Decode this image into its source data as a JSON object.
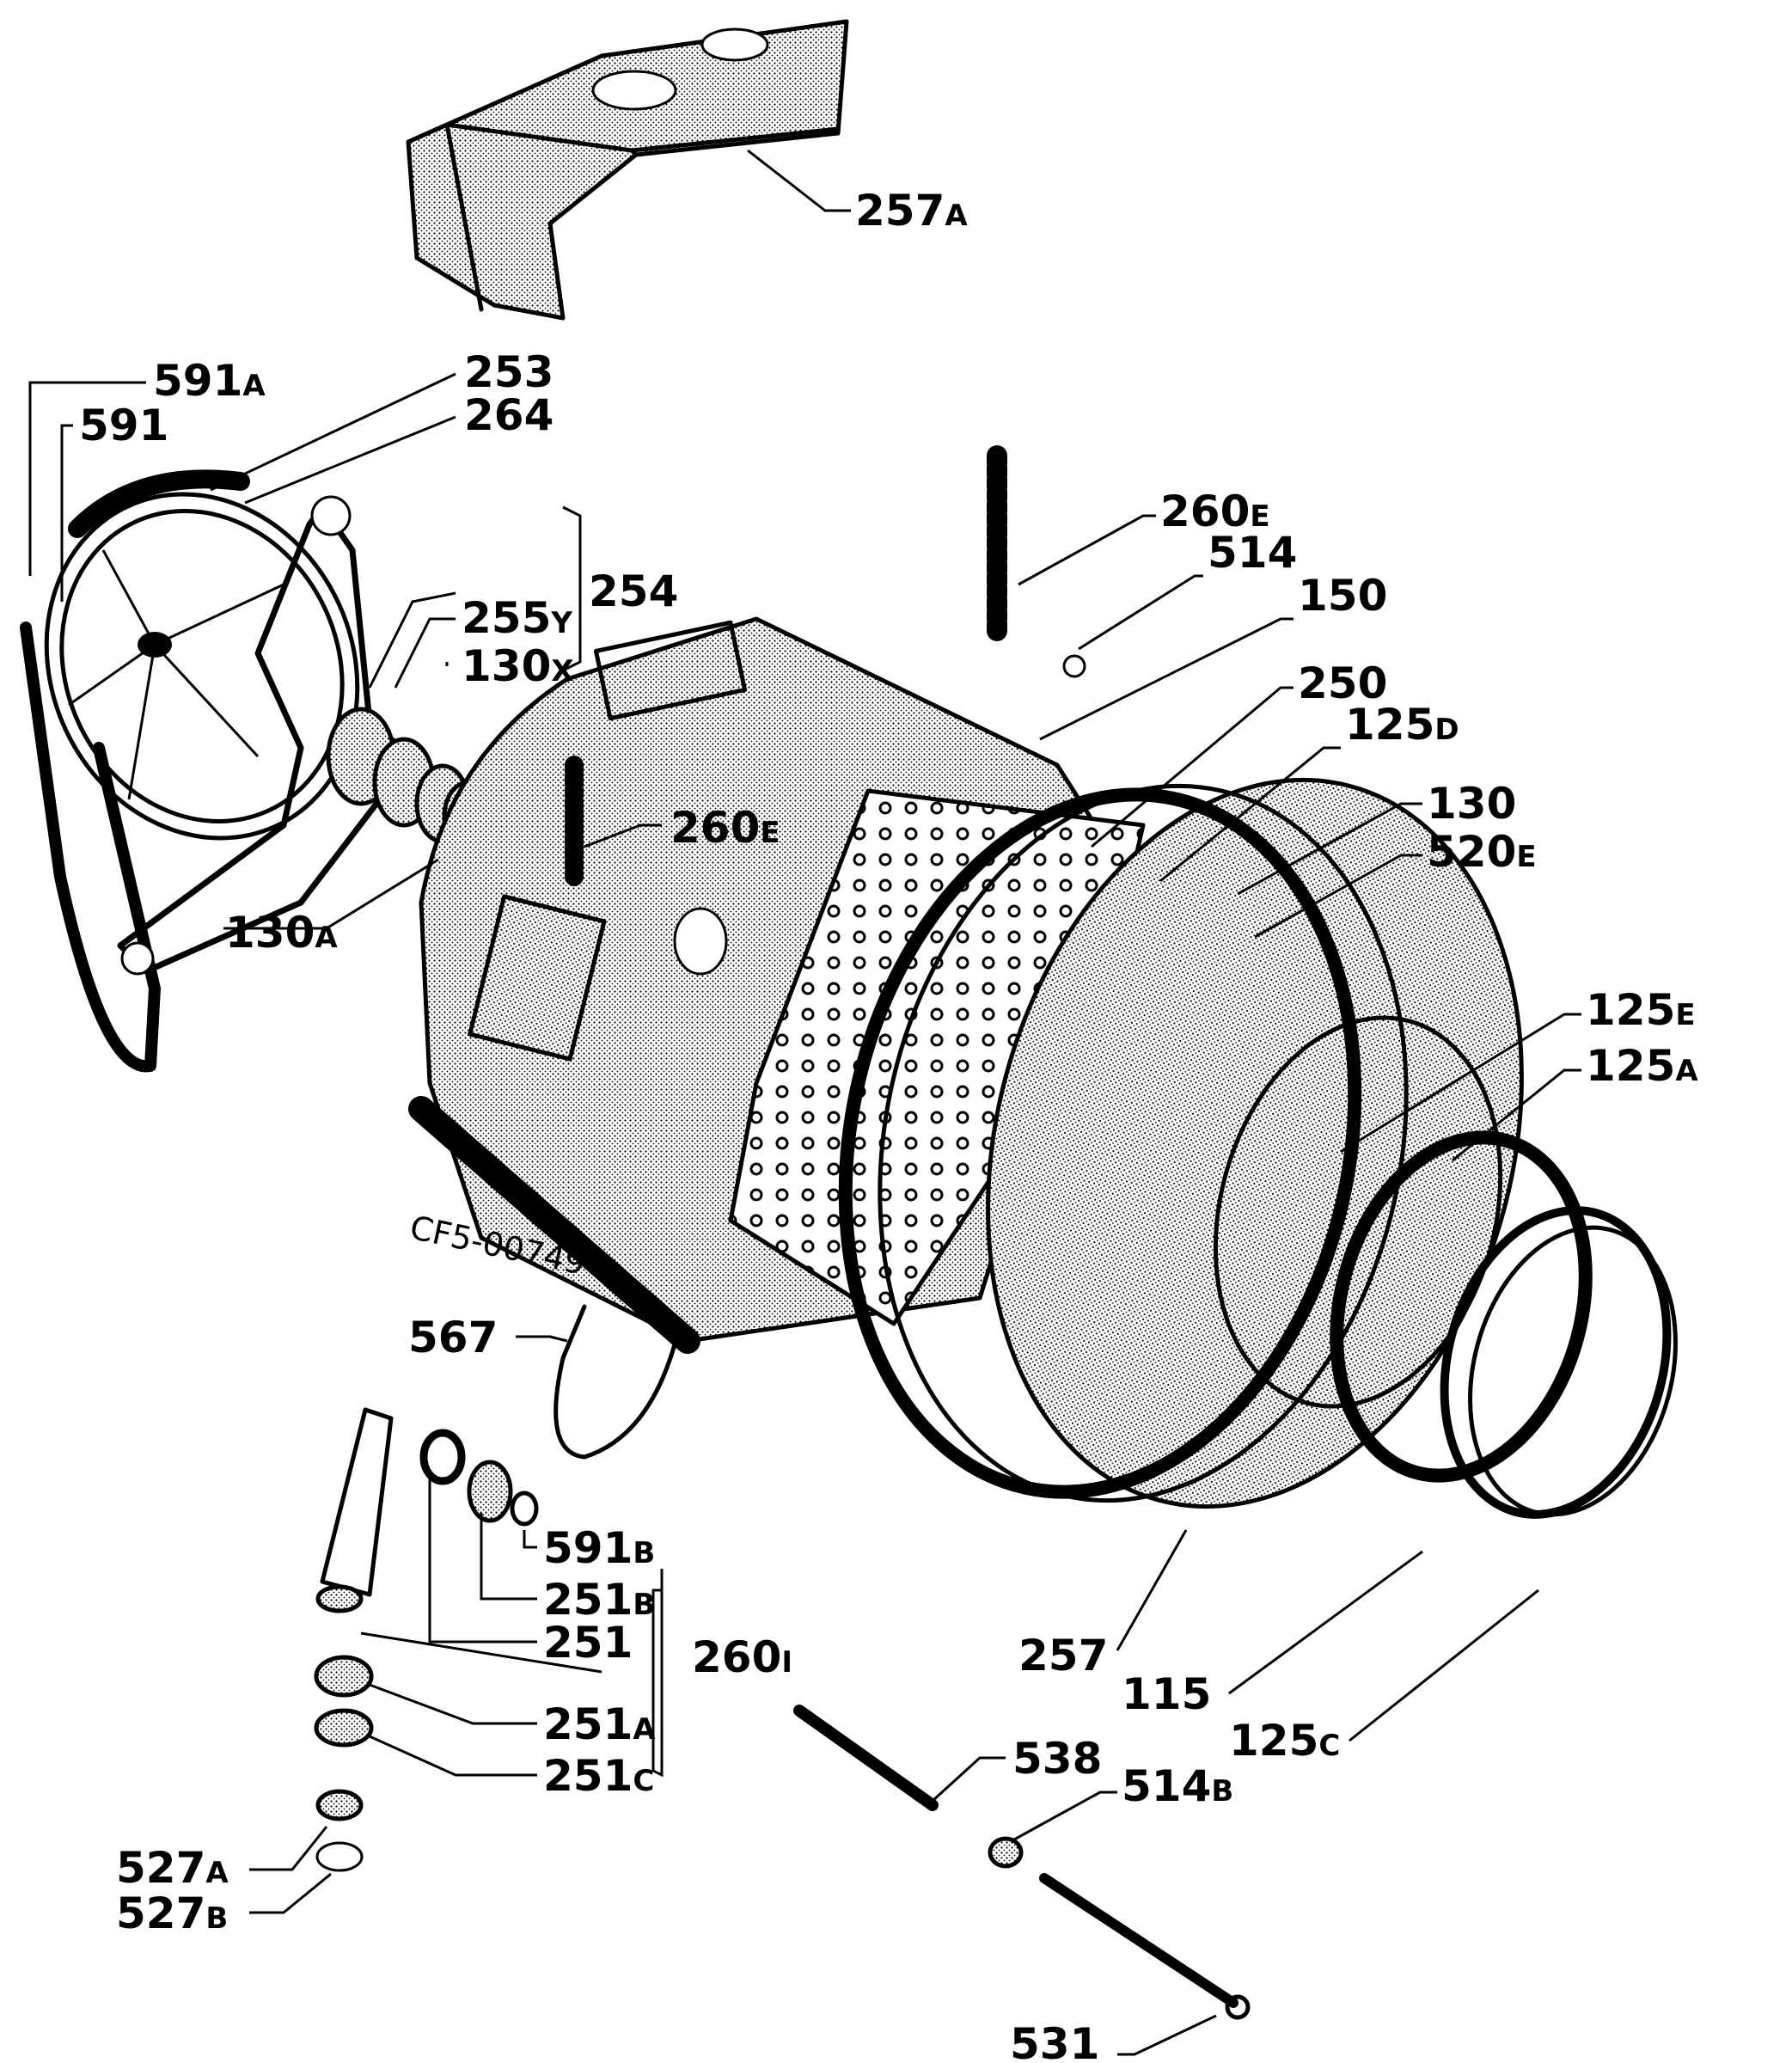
{
  "drawing_code": "CF5-00749",
  "parts": [
    {
      "id": "p257a",
      "num": "257",
      "suffix": "A"
    },
    {
      "id": "p591a",
      "num": "591",
      "suffix": "A"
    },
    {
      "id": "p591",
      "num": "591",
      "suffix": ""
    },
    {
      "id": "p253",
      "num": "253",
      "suffix": ""
    },
    {
      "id": "p264",
      "num": "264",
      "suffix": ""
    },
    {
      "id": "p254",
      "num": "254",
      "suffix": ""
    },
    {
      "id": "p255y",
      "num": "255",
      "suffix": "Y"
    },
    {
      "id": "p130x",
      "num": "130",
      "suffix": "X"
    },
    {
      "id": "p130a",
      "num": "130",
      "suffix": "A"
    },
    {
      "id": "p260e1",
      "num": "260",
      "suffix": "E"
    },
    {
      "id": "p514",
      "num": "514",
      "suffix": ""
    },
    {
      "id": "p150",
      "num": "150",
      "suffix": ""
    },
    {
      "id": "p250",
      "num": "250",
      "suffix": ""
    },
    {
      "id": "p260e2",
      "num": "260",
      "suffix": "E"
    },
    {
      "id": "p125d",
      "num": "125",
      "suffix": "D"
    },
    {
      "id": "p130",
      "num": "130",
      "suffix": ""
    },
    {
      "id": "p520e",
      "num": "520",
      "suffix": "E"
    },
    {
      "id": "p125e",
      "num": "125",
      "suffix": "E"
    },
    {
      "id": "p125a",
      "num": "125",
      "suffix": "A"
    },
    {
      "id": "p567",
      "num": "567",
      "suffix": ""
    },
    {
      "id": "p591b",
      "num": "591",
      "suffix": "B"
    },
    {
      "id": "p251b",
      "num": "251",
      "suffix": "B"
    },
    {
      "id": "p251",
      "num": "251",
      "suffix": ""
    },
    {
      "id": "p260i",
      "num": "260",
      "suffix": "I"
    },
    {
      "id": "p251a",
      "num": "251",
      "suffix": "A"
    },
    {
      "id": "p251c",
      "num": "251",
      "suffix": "C"
    },
    {
      "id": "p257",
      "num": "257",
      "suffix": ""
    },
    {
      "id": "p115",
      "num": "115",
      "suffix": ""
    },
    {
      "id": "p125c",
      "num": "125",
      "suffix": "C"
    },
    {
      "id": "p538",
      "num": "538",
      "suffix": ""
    },
    {
      "id": "p514b",
      "num": "514",
      "suffix": "B"
    },
    {
      "id": "p527a",
      "num": "527",
      "suffix": "A"
    },
    {
      "id": "p527b",
      "num": "527",
      "suffix": "B"
    },
    {
      "id": "p531",
      "num": "531",
      "suffix": ""
    }
  ]
}
